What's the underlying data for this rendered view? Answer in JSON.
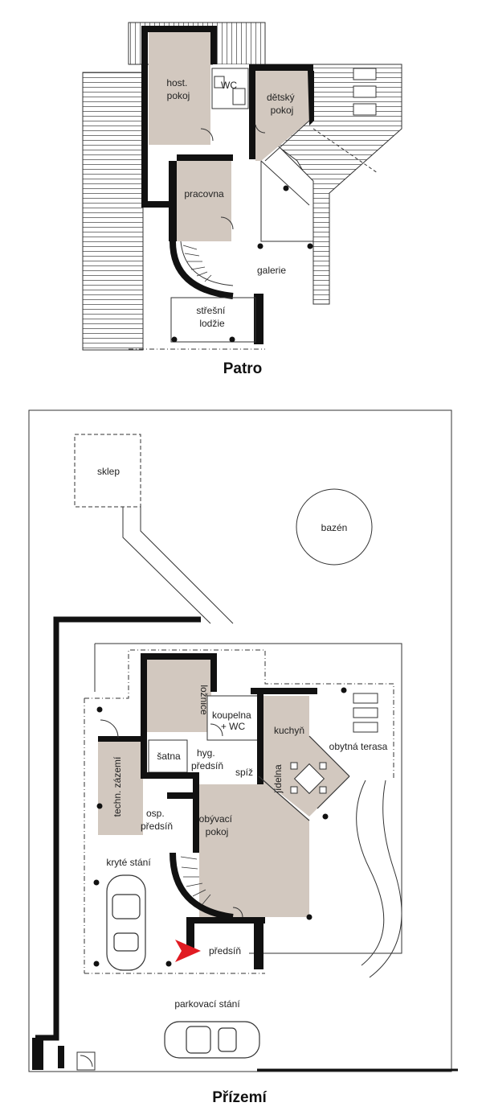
{
  "colors": {
    "wall": "#111111",
    "room_fill": "#d2c8bf",
    "line": "#333333",
    "entry_arrow": "#e11b22"
  },
  "upper_floor": {
    "title": "Patro",
    "rooms": {
      "guest_room": "host.\npokoj",
      "wc": "WC",
      "kids_room": "dětský\npokoj",
      "study": "pracovna",
      "gallery": "galerie",
      "roof_loggia": "střešní\nlodžie"
    }
  },
  "ground_floor": {
    "title": "Přízemí",
    "rooms": {
      "cellar": "sklep",
      "pool": "bazén",
      "bedroom": "ložnice",
      "bathroom": "koupelna\n+ WC",
      "kitchen": "kuchyň",
      "terrace": "obytná terasa",
      "technical": "techn. zázemí",
      "wardrobe": "šatna",
      "hygiene_hall": "hyg.\npředsíň",
      "pantry": "spíž",
      "dining": "jídelna",
      "side_hall": "osp.\npředsíň",
      "living_room": "obývací\npokoj",
      "carport": "kryté stání",
      "entrance_hall": "předsíň",
      "parking": "parkovací stání"
    }
  }
}
